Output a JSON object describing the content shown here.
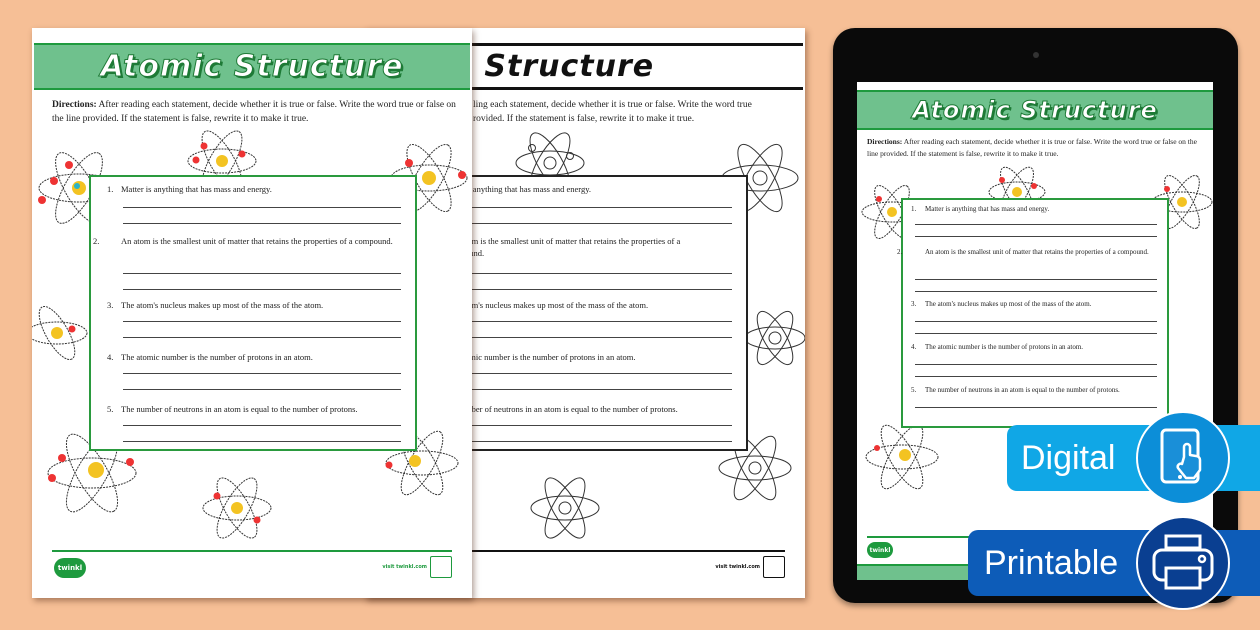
{
  "worksheet": {
    "title": "Atomic Structure",
    "directions_label": "Directions:",
    "directions_text": " After reading each statement, decide whether it is true or false. Write the word true or false on the line provided. If the statement is false, rewrite it to make it true.",
    "questions": [
      {
        "num": "1.",
        "text": "Matter is anything that has mass and energy."
      },
      {
        "num": "2.",
        "text": "An atom is the smallest unit of matter that retains the properties of a compound."
      },
      {
        "num": "3.",
        "text": "The atom's nucleus makes up most of the mass of the atom."
      },
      {
        "num": "4.",
        "text": "The atomic number is the number of protons in an atom."
      },
      {
        "num": "5.",
        "text": "The number of neutrons in an atom is equal to the number of protons."
      }
    ],
    "footer_logo": "twinkl",
    "footer_visit": "visit twinkl.com"
  },
  "bw_sheet": {
    "title_partial": "omic Structure",
    "directions_partial": "ling each statement, decide whether it is true or false. Write the word true\nrovided. If the statement is false, rewrite it to make it true.",
    "questions_partial": [
      "is anything that has mass and energy.",
      "tom is the smallest unit of matter that retains the properties of a\nound.",
      "tom's nucleus makes up most of the mass of the atom.",
      "omic number is the number of protons in an atom.",
      "mber of neutrons in an atom is equal to the number of protons."
    ],
    "footer_visit": "visit twinkl.com"
  },
  "badges": {
    "digital": {
      "label": "Digital",
      "icon": "tablet-touch-icon",
      "color": "#10a7e6"
    },
    "printable": {
      "label": "Printable",
      "icon": "printer-icon",
      "color": "#0d5cb8"
    }
  },
  "colors": {
    "background": "#f6bf96",
    "banner_green": "#6fc18d",
    "border_green": "#1e9a3e"
  }
}
